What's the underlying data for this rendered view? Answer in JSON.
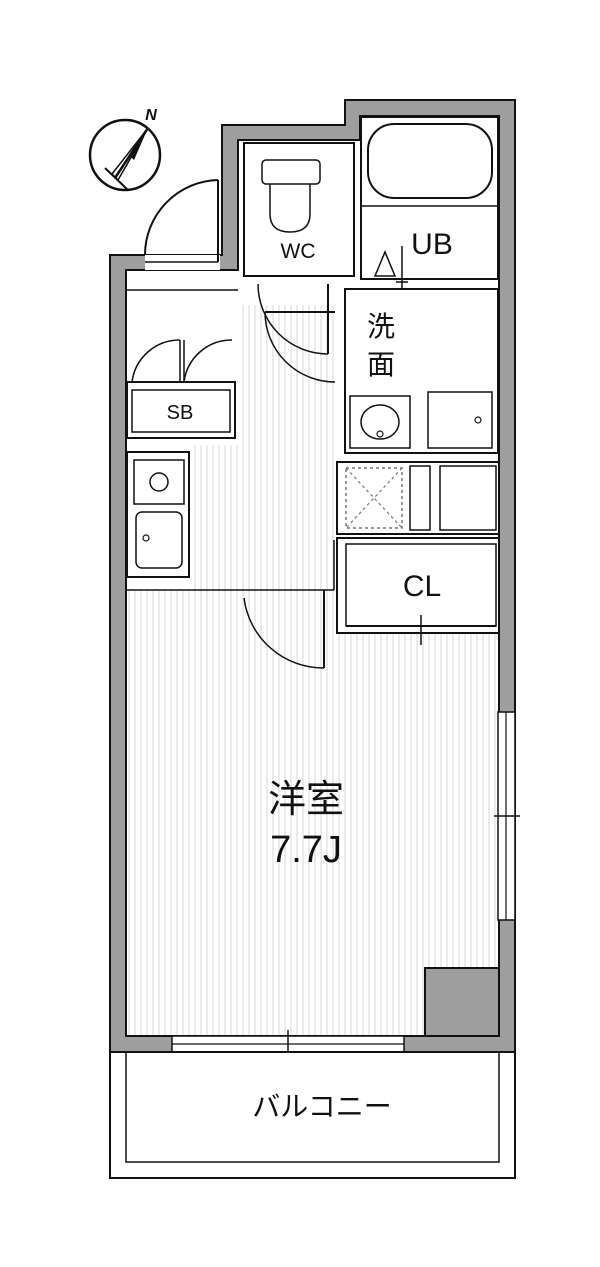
{
  "rooms": {
    "wc": "WC",
    "ub": "UB",
    "washroom": "洗面",
    "sb": "SB",
    "cl": "CL",
    "main_room_name": "洋室",
    "main_room_size": "7.7J",
    "balcony": "バルコニー"
  },
  "compass": {
    "north": "N"
  },
  "colors": {
    "wall": "#9e9e9e",
    "line": "#111111",
    "floor_stripe": "#d9d9d9"
  }
}
